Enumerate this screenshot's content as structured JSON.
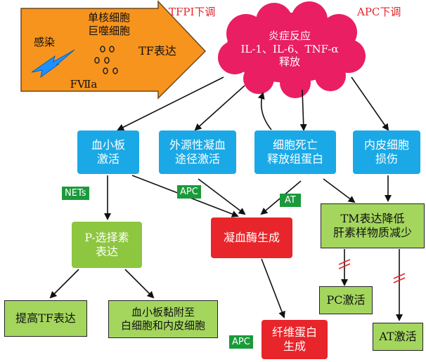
{
  "colors": {
    "blue_box": "#1aa9e6",
    "green_box": "#8dc63f",
    "light_green_box": "#a4d65e",
    "red_box": "#e8252b",
    "cloud": "#e91e63",
    "orange_arrow": "#f7941d",
    "lightning": "#1e90ff",
    "tag_green": "#1a9a3a",
    "inhibit_red": "#e0262b"
  },
  "infection_panel": {
    "monocyte_line1": "单核细胞",
    "monocyte_line2": "巨噬细胞",
    "infection_label": "感染",
    "fviia_label": "FⅦa",
    "tf_expression_label": "TF表达"
  },
  "regulation_labels": {
    "tfpi": "TFPI下调",
    "apc": "APC下调"
  },
  "inflammation_cloud": {
    "line1": "炎症反应",
    "line2": "IL-1、IL-6、TNF-α",
    "line3": "释放"
  },
  "nodes": {
    "platelet_activation": {
      "line1": "血小板",
      "line2": "激活"
    },
    "extrinsic_pathway": {
      "line1": "外源性凝血",
      "line2": "途径激活"
    },
    "cell_death": {
      "line1": "细胞死亡",
      "line2": "释放组蛋白"
    },
    "endothelial_injury": {
      "line1": "内皮细胞",
      "line2": "损伤"
    },
    "p_selectin": {
      "line1": "P-选择素",
      "line2": "表达"
    },
    "thrombin_generation": {
      "line1": "凝血酶生成"
    },
    "tm_decrease": {
      "line1": "TM表达降低",
      "line2": "肝素样物质减少"
    },
    "increase_tf": {
      "line1": "提高TF表达"
    },
    "platelet_adhesion": {
      "line1": "血小板黏附至",
      "line2": "白细胞和内皮细胞"
    },
    "pc_activation": {
      "line1": "PC激活"
    },
    "fibrin_generation": {
      "line1": "纤维蛋白",
      "line2": "生成"
    },
    "at_activation": {
      "line1": "AT激活"
    }
  },
  "tags": {
    "nets": "NETs",
    "apc_left": "APC",
    "at": "AT",
    "apc_bottom": "APC"
  }
}
